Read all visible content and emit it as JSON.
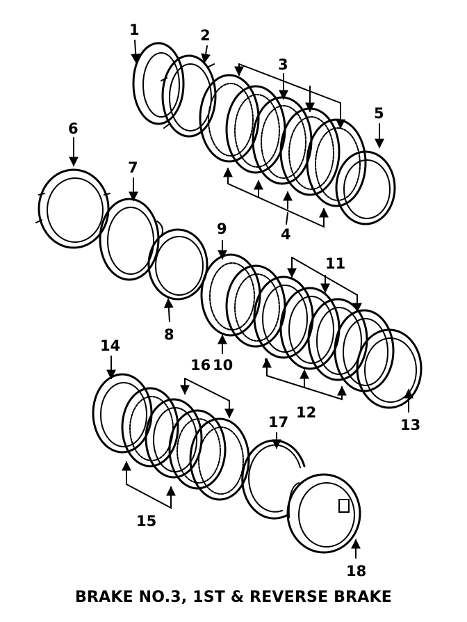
{
  "caption": "BRAKE NO.3, 1ST & REVERSE BRAKE",
  "callouts": {
    "c1": "1",
    "c2": "2",
    "c3": "3",
    "c4": "4",
    "c5": "5",
    "c6": "6",
    "c7": "7",
    "c8": "8",
    "c9": "9",
    "c10": "10",
    "c11": "11",
    "c12": "12",
    "c13": "13",
    "c14": "14",
    "c15": "15",
    "c16": "16",
    "c17": "17",
    "c18": "18"
  },
  "ink_color": "#000000"
}
